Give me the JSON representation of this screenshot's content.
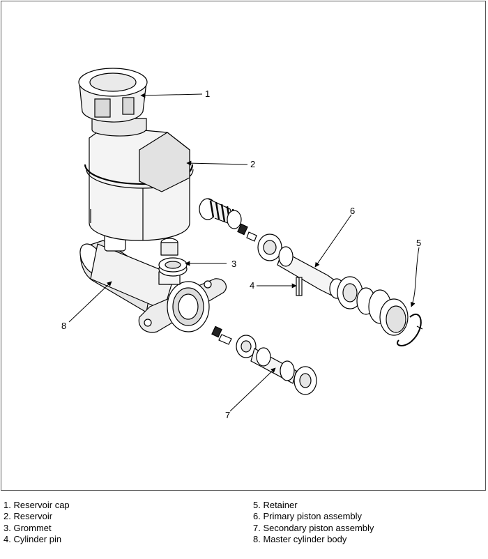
{
  "callouts": [
    "1",
    "2",
    "3",
    "4",
    "5",
    "6",
    "7",
    "8"
  ],
  "legend": {
    "left": [
      "1. Reservoir cap",
      "2. Reservoir",
      "3. Grommet",
      "4. Cylinder pin"
    ],
    "right": [
      "5. Retainer",
      "6. Primary piston assembly",
      "7. Secondary piston assembly",
      "8. Master cylinder body"
    ]
  },
  "colors": {
    "line": "#000000",
    "fill": "#ffffff",
    "shade": "#d9d9d9",
    "dark": "#1a1a1a",
    "frame": "#555555"
  }
}
